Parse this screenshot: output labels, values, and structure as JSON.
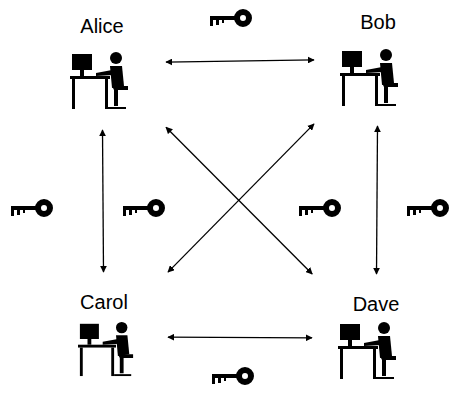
{
  "diagram": {
    "nodes": [
      {
        "text": [
          "Alice"
        ]
      },
      {
        "text": [
          "Bob"
        ]
      },
      {
        "text": [
          "Carol"
        ]
      },
      {
        "text": [
          "Dave"
        ]
      }
    ],
    "edges": [
      {
        "from": 0,
        "to": 1,
        "arrow": "both"
      },
      {
        "from": 0,
        "to": 2,
        "arrow": "both"
      },
      {
        "from": 0,
        "to": 3,
        "arrow": "both"
      },
      {
        "from": 1,
        "to": 2,
        "arrow": "both"
      },
      {
        "from": 1,
        "to": 3,
        "arrow": "both"
      },
      {
        "from": 2,
        "to": 3,
        "arrow": "both"
      }
    ]
  }
}
